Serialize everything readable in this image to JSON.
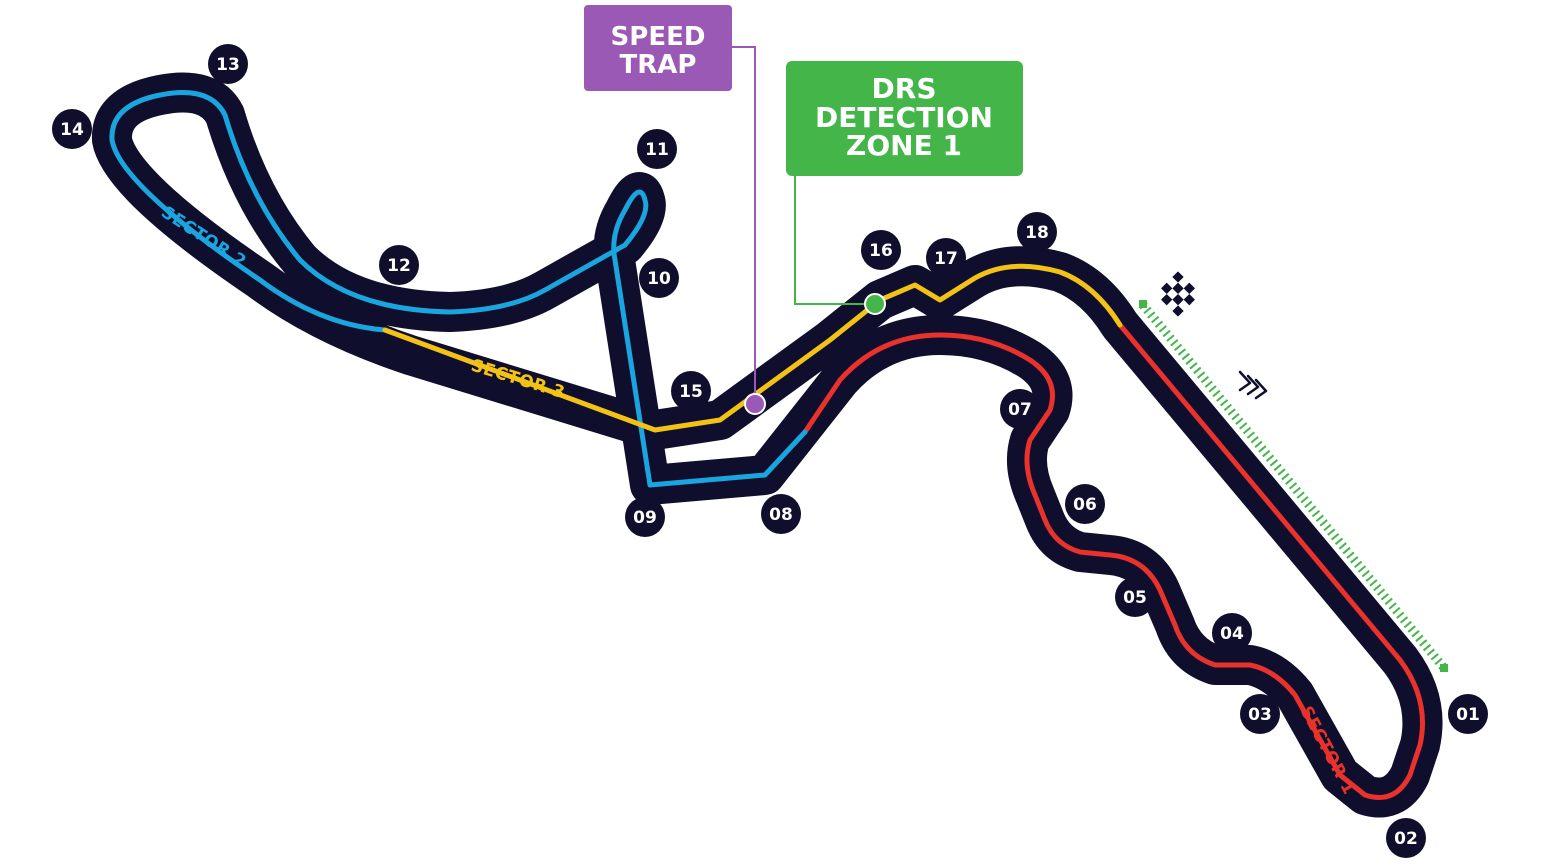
{
  "colors": {
    "track": "#0f0f2d",
    "sector1": "#e8322b",
    "sector2": "#1ba5de",
    "sector3": "#f2c217",
    "speed_trap": "#9b59b6",
    "drs": "#44b649",
    "turn_badge": "#0f0f2d"
  },
  "callouts": {
    "speed_trap": {
      "line1": "SPEED",
      "line2": "TRAP"
    },
    "drs": {
      "line1": "DRS",
      "line2": "DETECTION",
      "line3": "ZONE 1"
    }
  },
  "sectors": {
    "s1": "SECTOR 1",
    "s2": "SECTOR 2",
    "s3": "SECTOR 3"
  },
  "turns": [
    "01",
    "02",
    "03",
    "04",
    "05",
    "06",
    "07",
    "08",
    "09",
    "10",
    "11",
    "12",
    "13",
    "14",
    "15",
    "16",
    "17",
    "18"
  ],
  "icons": {
    "start_finish": "checkered-flag-icon",
    "direction": "race-direction-chevrons-icon"
  }
}
